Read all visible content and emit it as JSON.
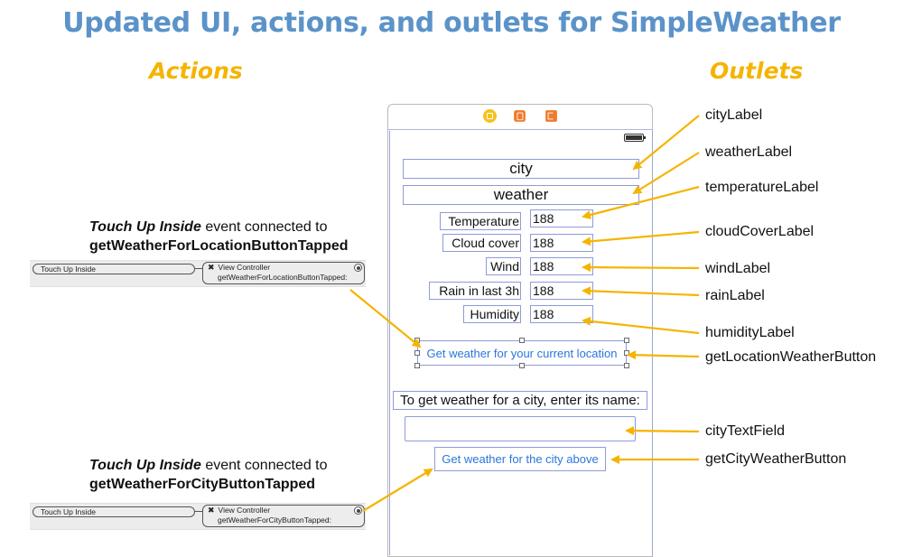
{
  "title": "Updated UI, actions, and outlets for SimpleWeather",
  "headings": {
    "actions": "Actions",
    "outlets": "Outlets"
  },
  "scene": {
    "city_label": "city",
    "weather_label": "weather",
    "rows": [
      {
        "label": "Temperature",
        "value": "188"
      },
      {
        "label": "Cloud cover",
        "value": "188"
      },
      {
        "label": "Wind",
        "value": "188"
      },
      {
        "label": "Rain in last 3h",
        "value": "188"
      },
      {
        "label": "Humidity",
        "value": "188"
      }
    ],
    "location_button": "Get weather for your current location",
    "instruction": "To get weather for a city, enter its name:",
    "city_text_field_value": "",
    "city_button": "Get weather for the city above"
  },
  "outlets": [
    "cityLabel",
    "weatherLabel",
    "temperatureLabel",
    "cloudCoverLabel",
    "windLabel",
    "rainLabel",
    "humidityLabel",
    "getLocationWeatherButton",
    "cityTextField",
    "getCityWeatherButton"
  ],
  "actions": [
    {
      "event": "Touch Up Inside",
      "connector": "event connected to",
      "method": "getWeatherForLocationButtonTapped",
      "connection": {
        "event": "Touch Up Inside",
        "target": "View Controller",
        "method": "getWeatherForLocationButtonTapped:"
      }
    },
    {
      "event": "Touch Up Inside",
      "connector": "event connected to",
      "method": "getWeatherForCityButtonTapped",
      "connection": {
        "event": "Touch Up Inside",
        "target": "View Controller",
        "method": "getWeatherForCityButtonTapped:"
      }
    }
  ],
  "colors": {
    "title": "#5b93c9",
    "heading": "#f5b400",
    "arrow": "#f5b400",
    "button_text": "#2a77d9"
  },
  "icons": [
    "view-controller-icon",
    "first-responder-icon",
    "exit-icon",
    "battery-icon",
    "close-x-icon",
    "connection-dot-icon"
  ]
}
